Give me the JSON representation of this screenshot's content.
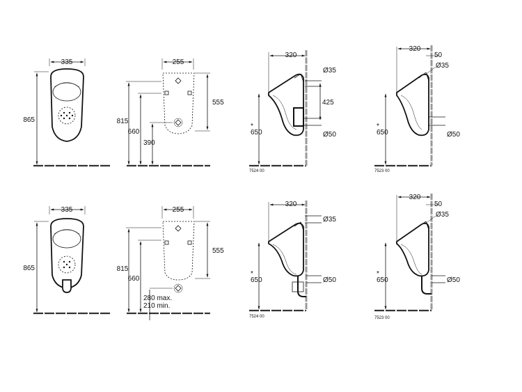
{
  "row1": {
    "front": {
      "width": "335",
      "height": "865"
    },
    "rear": {
      "width": "255",
      "height_right": "555",
      "h1": "815",
      "h2": "660",
      "h3": "390"
    },
    "side_a": {
      "depth": "320",
      "d_top": "Ø35",
      "spacing": "425",
      "d_bottom": "Ø50",
      "height": "650",
      "star": "*",
      "code": "7524 00"
    },
    "side_b": {
      "depth": "320",
      "offset": "50",
      "d_top": "Ø35",
      "d_bottom": "Ø50",
      "height": "650",
      "star": "*",
      "code": "7523 00"
    }
  },
  "row2": {
    "front": {
      "width": "335",
      "height": "865"
    },
    "rear": {
      "width": "255",
      "height_right": "555",
      "h1": "815",
      "h2": "660",
      "note_max": "280 max.",
      "note_min": "210 min."
    },
    "side_a": {
      "depth": "320",
      "d_top": "Ø35",
      "d_bottom": "Ø50",
      "height": "650",
      "star": "*",
      "code": "7524 00"
    },
    "side_b": {
      "depth": "320",
      "offset": "50",
      "d_top": "Ø35",
      "d_bottom": "Ø50",
      "height": "650",
      "star": "*",
      "code": "7523 00"
    }
  }
}
